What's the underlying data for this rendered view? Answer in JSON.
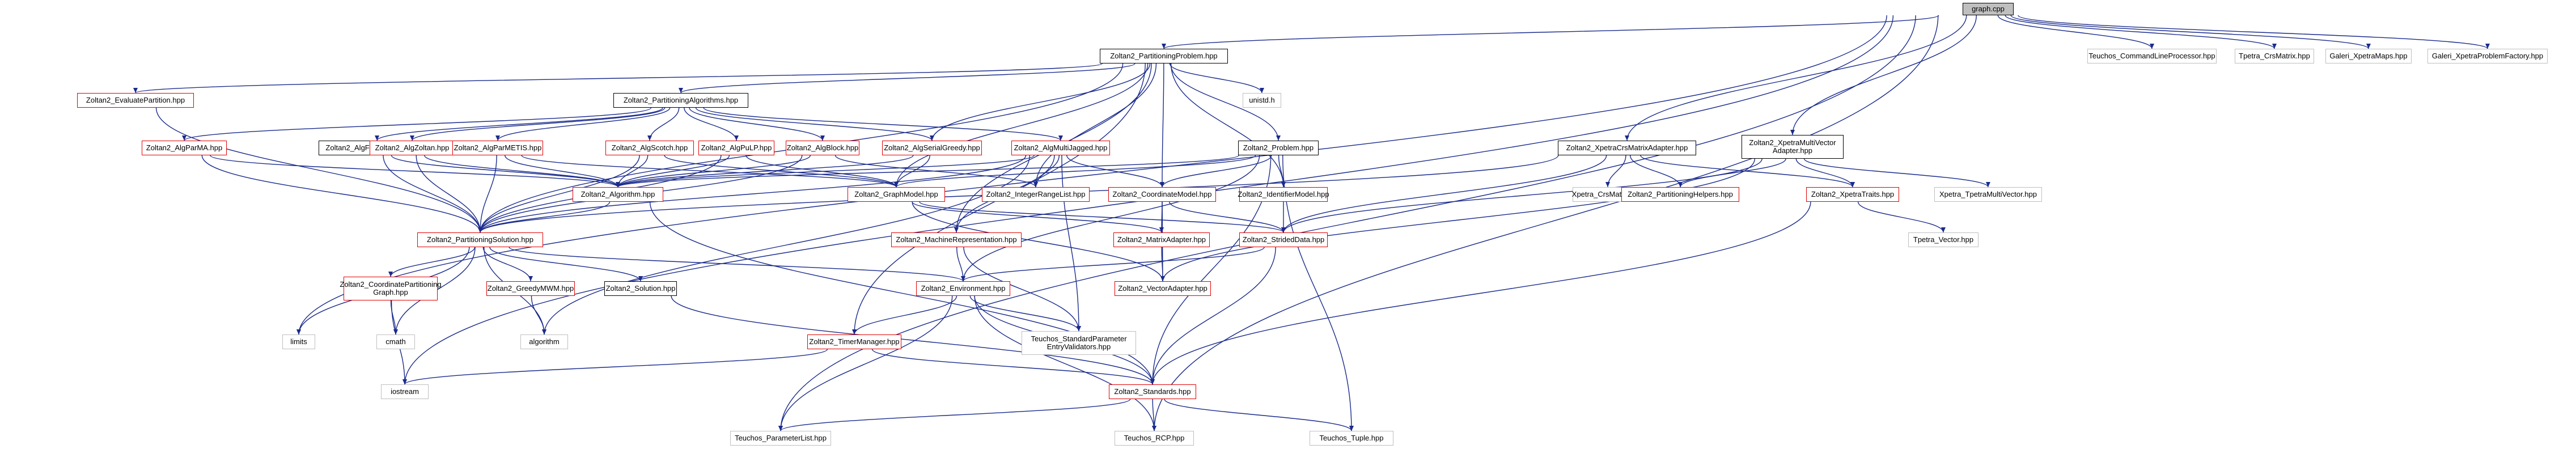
{
  "nodes": [
    {
      "id": "root",
      "label": "graph.cpp",
      "style": "root"
    },
    {
      "id": "pp",
      "label": "Zoltan2_PartitioningProblem.hpp",
      "style": "black"
    },
    {
      "id": "clp",
      "label": "Teuchos_CommandLineProcessor.hpp",
      "style": "gray"
    },
    {
      "id": "tcm",
      "label": "Tpetra_CrsMatrix.hpp",
      "style": "gray"
    },
    {
      "id": "gxm",
      "label": "Galeri_XpetraMaps.hpp",
      "style": "gray"
    },
    {
      "id": "gxpf",
      "label": "Galeri_XpetraProblemFactory.hpp",
      "style": "gray"
    },
    {
      "id": "ep",
      "label": "Zoltan2_EvaluatePartition.hpp",
      "style": "red"
    },
    {
      "id": "pa",
      "label": "Zoltan2_PartitioningAlgorithms.hpp",
      "style": "black"
    },
    {
      "id": "unistd",
      "label": "unistd.h",
      "style": "gray"
    },
    {
      "id": "xcma",
      "label": "Zoltan2_XpetraCrsMatrixAdapter.hpp",
      "style": "black"
    },
    {
      "id": "xmva",
      "label": "Zoltan2_XpetraMultiVector\nAdapter.hpp",
      "style": "black"
    },
    {
      "id": "apma",
      "label": "Zoltan2_AlgParMA.hpp",
      "style": "red"
    },
    {
      "id": "aft",
      "label": "Zoltan2_AlgForTestingOnly.hpp",
      "style": "black"
    },
    {
      "id": "azo",
      "label": "Zoltan2_AlgZoltan.hpp",
      "style": "red"
    },
    {
      "id": "apm",
      "label": "Zoltan2_AlgParMETIS.hpp",
      "style": "red"
    },
    {
      "id": "asc",
      "label": "Zoltan2_AlgScotch.hpp",
      "style": "red"
    },
    {
      "id": "apu",
      "label": "Zoltan2_AlgPuLP.hpp",
      "style": "red"
    },
    {
      "id": "abl",
      "label": "Zoltan2_AlgBlock.hpp",
      "style": "red"
    },
    {
      "id": "asg",
      "label": "Zoltan2_AlgSerialGreedy.hpp",
      "style": "red"
    },
    {
      "id": "amj",
      "label": "Zoltan2_AlgMultiJagged.hpp",
      "style": "red"
    },
    {
      "id": "prob",
      "label": "Zoltan2_Problem.hpp",
      "style": "black"
    },
    {
      "id": "xcm",
      "label": "Xpetra_CrsMatrix.hpp",
      "style": "gray"
    },
    {
      "id": "ph",
      "label": "Zoltan2_PartitioningHelpers.hpp",
      "style": "red"
    },
    {
      "id": "xt",
      "label": "Zoltan2_XpetraTraits.hpp",
      "style": "red"
    },
    {
      "id": "xtmv",
      "label": "Xpetra_TpetraMultiVector.hpp",
      "style": "gray"
    },
    {
      "id": "alg",
      "label": "Zoltan2_Algorithm.hpp",
      "style": "red"
    },
    {
      "id": "gm",
      "label": "Zoltan2_GraphModel.hpp",
      "style": "red"
    },
    {
      "id": "irl",
      "label": "Zoltan2_IntegerRangeList.hpp",
      "style": "red"
    },
    {
      "id": "cm",
      "label": "Zoltan2_CoordinateModel.hpp",
      "style": "red"
    },
    {
      "id": "im",
      "label": "Zoltan2_IdentifierModel.hpp",
      "style": "red"
    },
    {
      "id": "ps",
      "label": "Zoltan2_PartitioningSolution.hpp",
      "style": "red"
    },
    {
      "id": "mr",
      "label": "Zoltan2_MachineRepresentation.hpp",
      "style": "red"
    },
    {
      "id": "ma",
      "label": "Zoltan2_MatrixAdapter.hpp",
      "style": "red"
    },
    {
      "id": "sd",
      "label": "Zoltan2_StridedData.hpp",
      "style": "red"
    },
    {
      "id": "tv",
      "label": "Tpetra_Vector.hpp",
      "style": "gray"
    },
    {
      "id": "cpg",
      "label": "Zoltan2_CoordinatePartitioning\nGraph.hpp",
      "style": "red"
    },
    {
      "id": "gmwm",
      "label": "Zoltan2_GreedyMWM.hpp",
      "style": "red"
    },
    {
      "id": "sol",
      "label": "Zoltan2_Solution.hpp",
      "style": "black"
    },
    {
      "id": "env",
      "label": "Zoltan2_Environment.hpp",
      "style": "red"
    },
    {
      "id": "va",
      "label": "Zoltan2_VectorAdapter.hpp",
      "style": "red"
    },
    {
      "id": "limits",
      "label": "limits",
      "style": "gray"
    },
    {
      "id": "cmath",
      "label": "cmath",
      "style": "gray"
    },
    {
      "id": "algorithm",
      "label": "algorithm",
      "style": "gray"
    },
    {
      "id": "tm",
      "label": "Zoltan2_TimerManager.hpp",
      "style": "red"
    },
    {
      "id": "tspev",
      "label": "Teuchos_StandardParameter\nEntryValidators.hpp",
      "style": "gray"
    },
    {
      "id": "iostream",
      "label": "iostream",
      "style": "gray"
    },
    {
      "id": "std",
      "label": "Zoltan2_Standards.hpp",
      "style": "red"
    },
    {
      "id": "tpl",
      "label": "Teuchos_ParameterList.hpp",
      "style": "gray"
    },
    {
      "id": "rcp",
      "label": "Teuchos_RCP.hpp",
      "style": "gray"
    },
    {
      "id": "tuple",
      "label": "Teuchos_Tuple.hpp",
      "style": "gray"
    }
  ],
  "edges": [
    [
      "root",
      "pp"
    ],
    [
      "root",
      "clp"
    ],
    [
      "root",
      "tcm"
    ],
    [
      "root",
      "gxm"
    ],
    [
      "root",
      "gxpf"
    ],
    [
      "root",
      "xcma"
    ],
    [
      "root",
      "xmva"
    ],
    [
      "root",
      "limits"
    ],
    [
      "root",
      "iostream"
    ],
    [
      "root",
      "tpl"
    ],
    [
      "root",
      "rcp"
    ],
    [
      "pp",
      "ep"
    ],
    [
      "pp",
      "pa"
    ],
    [
      "pp",
      "unistd"
    ],
    [
      "pp",
      "prob"
    ],
    [
      "pp",
      "ps"
    ],
    [
      "pp",
      "gm"
    ],
    [
      "pp",
      "irl"
    ],
    [
      "pp",
      "cm"
    ],
    [
      "pp",
      "im"
    ],
    [
      "pp",
      "mr"
    ],
    [
      "pp",
      "tm"
    ],
    [
      "pp",
      "asg"
    ],
    [
      "pa",
      "apma"
    ],
    [
      "pa",
      "aft"
    ],
    [
      "pa",
      "azo"
    ],
    [
      "pa",
      "apm"
    ],
    [
      "pa",
      "asc"
    ],
    [
      "pa",
      "apu"
    ],
    [
      "pa",
      "abl"
    ],
    [
      "pa",
      "amj"
    ],
    [
      "pa",
      "asg"
    ],
    [
      "ep",
      "ps"
    ],
    [
      "apma",
      "alg"
    ],
    [
      "apma",
      "ps"
    ],
    [
      "aft",
      "alg"
    ],
    [
      "aft",
      "ps"
    ],
    [
      "azo",
      "alg"
    ],
    [
      "azo",
      "ps"
    ],
    [
      "apm",
      "alg"
    ],
    [
      "apm",
      "ps"
    ],
    [
      "apm",
      "gm"
    ],
    [
      "asc",
      "alg"
    ],
    [
      "asc",
      "ps"
    ],
    [
      "asc",
      "gm"
    ],
    [
      "apu",
      "alg"
    ],
    [
      "apu",
      "ps"
    ],
    [
      "apu",
      "gm"
    ],
    [
      "abl",
      "alg"
    ],
    [
      "abl",
      "ps"
    ],
    [
      "abl",
      "irl"
    ],
    [
      "asg",
      "alg"
    ],
    [
      "asg",
      "gm"
    ],
    [
      "amj",
      "alg"
    ],
    [
      "amj",
      "ps"
    ],
    [
      "amj",
      "irl"
    ],
    [
      "amj",
      "cm"
    ],
    [
      "amj",
      "mr"
    ],
    [
      "amj",
      "tspev"
    ],
    [
      "amj",
      "algorithm"
    ],
    [
      "prob",
      "alg"
    ],
    [
      "prob",
      "gm"
    ],
    [
      "prob",
      "cm"
    ],
    [
      "prob",
      "im"
    ],
    [
      "prob",
      "env"
    ],
    [
      "prob",
      "std"
    ],
    [
      "prob",
      "tuple"
    ],
    [
      "xcma",
      "ph"
    ],
    [
      "xcma",
      "xt"
    ],
    [
      "xcma",
      "xcm"
    ],
    [
      "xcma",
      "sd"
    ],
    [
      "xcma",
      "ps"
    ],
    [
      "xmva",
      "ph"
    ],
    [
      "xmva",
      "xt"
    ],
    [
      "xmva",
      "xtmv"
    ],
    [
      "xmva",
      "va"
    ],
    [
      "xmva",
      "sd"
    ],
    [
      "alg",
      "ps"
    ],
    [
      "alg",
      "std"
    ],
    [
      "gm",
      "ma"
    ],
    [
      "gm",
      "sd"
    ],
    [
      "gm",
      "va"
    ],
    [
      "cm",
      "ma"
    ],
    [
      "cm",
      "va"
    ],
    [
      "cm",
      "sd"
    ],
    [
      "im",
      "sd"
    ],
    [
      "xt",
      "tv"
    ],
    [
      "xt",
      "std"
    ],
    [
      "ps",
      "cpg"
    ],
    [
      "ps",
      "gmwm"
    ],
    [
      "ps",
      "sol"
    ],
    [
      "ps",
      "env"
    ],
    [
      "ps",
      "algorithm"
    ],
    [
      "ps",
      "limits"
    ],
    [
      "ps",
      "cmath"
    ],
    [
      "mr",
      "env"
    ],
    [
      "mr",
      "tspev"
    ],
    [
      "ma",
      "va"
    ],
    [
      "sd",
      "env"
    ],
    [
      "sd",
      "std"
    ],
    [
      "cpg",
      "cmath"
    ],
    [
      "cpg",
      "iostream"
    ],
    [
      "gmwm",
      "algorithm"
    ],
    [
      "sol",
      "std"
    ],
    [
      "env",
      "tm"
    ],
    [
      "env",
      "tspev"
    ],
    [
      "env",
      "std"
    ],
    [
      "env",
      "tpl"
    ],
    [
      "env",
      "rcp"
    ],
    [
      "tm",
      "iostream"
    ],
    [
      "tm",
      "std"
    ],
    [
      "std",
      "tpl"
    ],
    [
      "std",
      "rcp"
    ],
    [
      "std",
      "tuple"
    ]
  ]
}
